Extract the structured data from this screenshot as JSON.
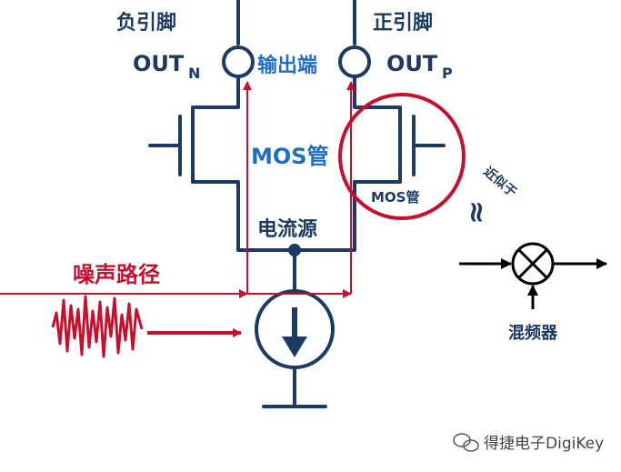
{
  "labels": {
    "neg_pin": "负引脚",
    "pos_pin": "正引脚",
    "out_n_main": "OUT",
    "out_n_sub": "N",
    "out_p_main": "OUT",
    "out_p_sub": "P",
    "output_port": "输出端",
    "mos_main": "MOS管",
    "mos_zoom": "MOS管",
    "current_source": "电流源",
    "noise_path": "噪声路径",
    "approx": "近似于",
    "approx_symbol": "≈",
    "mixer": "混频器",
    "watermark": "得捷电子DigiKey"
  },
  "colors": {
    "navy": "#1c3a63",
    "blue": "#1f6fc1",
    "red": "#c8102e",
    "grey": "#555555"
  }
}
